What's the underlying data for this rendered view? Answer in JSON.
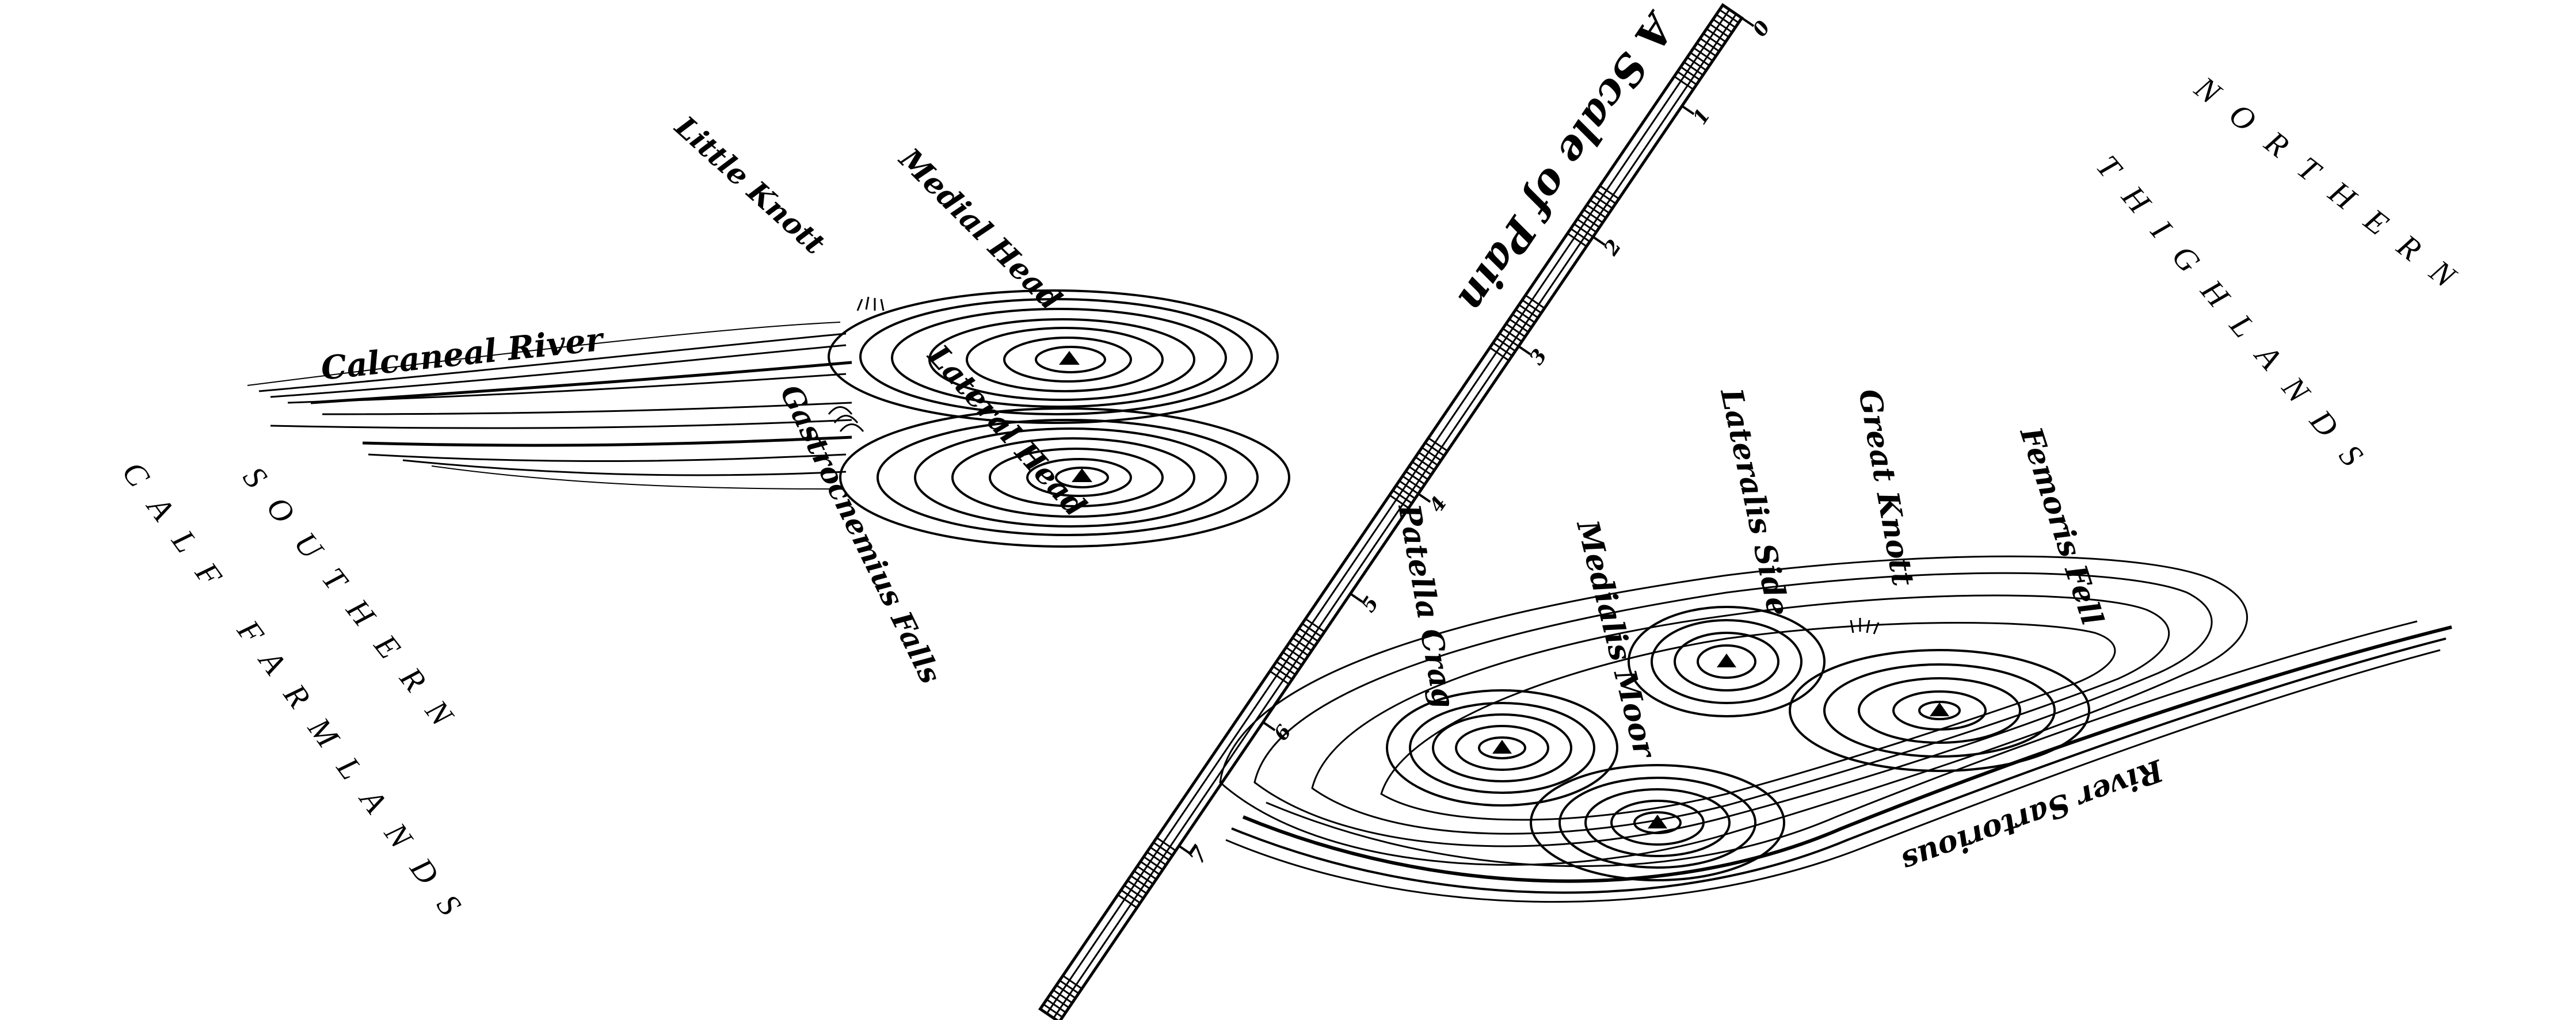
{
  "map": {
    "scale": {
      "title": "A Scale of Pain",
      "ticks": [
        "0",
        "1",
        "2",
        "3",
        "4",
        "5",
        "6",
        "7"
      ]
    },
    "regions": {
      "northern_line1": "NORTHERN",
      "northern_line2": "THIGHLANDS",
      "southern_line1": "SOUTHERN",
      "southern_line2": "CALF FARMLANDS"
    },
    "features": {
      "calcaneal_river": "Calcaneal River",
      "little_knott": "Little Knott",
      "medial_head": "Medial Head",
      "lateral_head": "Lateral Head",
      "gastrocnemius_falls": "Gastrocnemius Falls",
      "patella_crag": "Patella Crag",
      "medialis_moor": "Medialis Moor",
      "lateralis_side": "Lateralis Side",
      "great_knott": "Great Knott",
      "femoris_fell": "Femoris Fell",
      "river_sartorious": "River Sartorious"
    }
  }
}
